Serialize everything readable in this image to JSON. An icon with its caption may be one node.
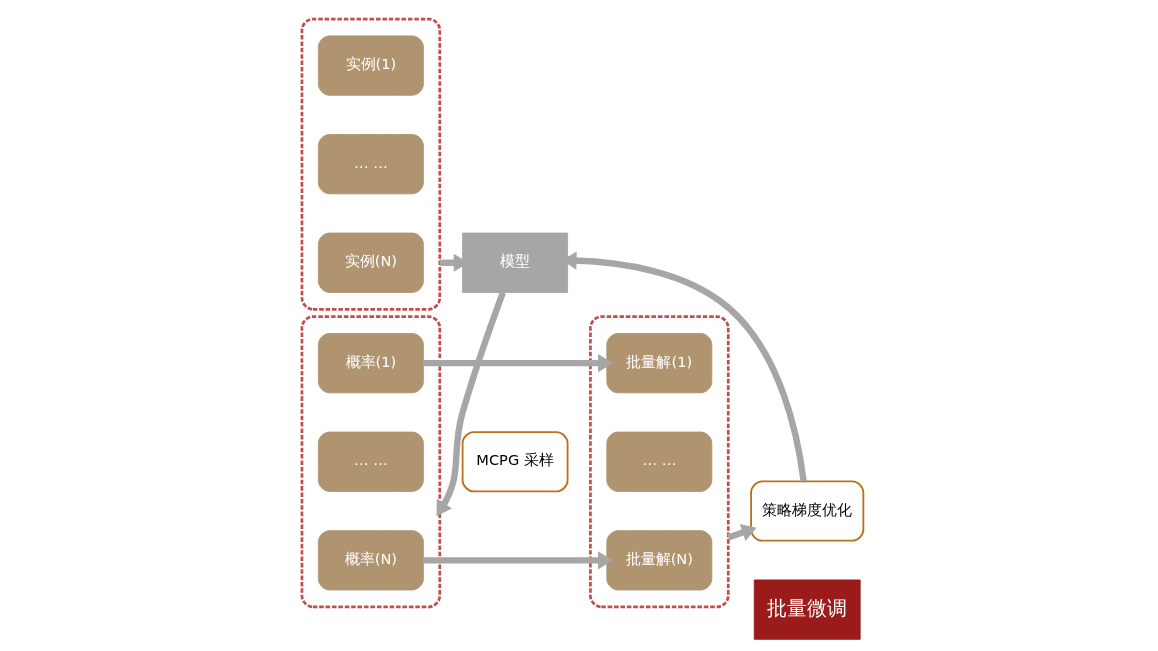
{
  "diagram": {
    "nodes": [
      {
        "text": [],
        "shape": "box"
      },
      {
        "text": [
          "实例(1)"
        ],
        "in": 0
      },
      {
        "text": [
          "… …"
        ],
        "in": 0
      },
      {
        "text": [
          "实例(N)"
        ],
        "in": 0
      },
      {
        "text": [],
        "shape": "box"
      },
      {
        "text": [
          "概率(1)"
        ],
        "in": 4
      },
      {
        "text": [
          "… …"
        ],
        "in": 4
      },
      {
        "text": [
          "概率(N)"
        ],
        "in": 4
      },
      {
        "text": [],
        "shape": "box"
      },
      {
        "text": [
          "批量解(1)"
        ],
        "in": 8
      },
      {
        "text": [
          "… …"
        ],
        "in": 8
      },
      {
        "text": [
          "批量解(N)"
        ],
        "in": 8
      },
      {
        "text": [
          "MCPG 采样"
        ]
      },
      {
        "text": [
          "模型"
        ]
      },
      {
        "text": [
          "策略梯度优化"
        ]
      },
      {
        "text": [
          "批量微调"
        ]
      }
    ],
    "edges": [
      {
        "from": 0,
        "to": 13,
        "arrow": "to"
      },
      {
        "from": 13,
        "to": 4,
        "arrow": "to"
      },
      {
        "from": 5,
        "to": 9,
        "arrow": "to"
      },
      {
        "from": 7,
        "to": 11,
        "arrow": "to"
      },
      {
        "from": 8,
        "to": 14,
        "arrow": "to"
      },
      {
        "from": 14,
        "to": 13,
        "arrow": "to"
      }
    ]
  }
}
